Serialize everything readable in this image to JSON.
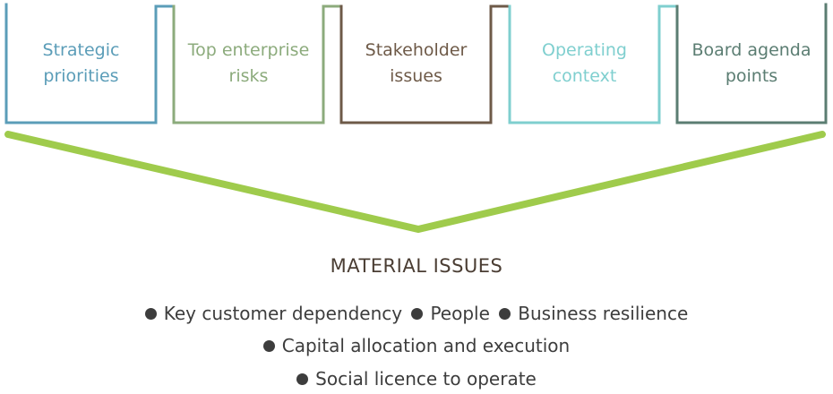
{
  "boxes": [
    {
      "label": "Strategic\npriorities",
      "color": "#5b9db8"
    },
    {
      "label": "Top enterprise\nrisks",
      "color": "#8cab7c"
    },
    {
      "label": "Stakeholder\nissues",
      "color": "#6e5a48"
    },
    {
      "label": "Operating\ncontext",
      "color": "#7fcfcf"
    },
    {
      "label": "Board agenda\npoints",
      "color": "#5b7d72"
    }
  ],
  "funnel_color": "#9fcb4c",
  "material_issues": {
    "title": "MATERIAL ISSUES",
    "lines": [
      [
        "Key customer dependency",
        "People",
        "Business resilience"
      ],
      [
        "Capital allocation and execution"
      ],
      [
        "Social licence to operate"
      ]
    ]
  }
}
